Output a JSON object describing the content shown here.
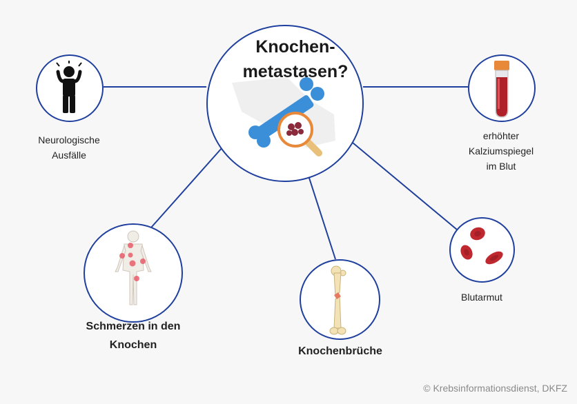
{
  "diagram": {
    "title_line1": "Knochen-",
    "title_line2": "metastasen?",
    "nodes": [
      {
        "id": "neurological",
        "lines": [
          "Neurologische",
          "Ausfälle"
        ]
      },
      {
        "id": "calcium",
        "lines": [
          "erhöhter",
          "Kalziumspiegel",
          "im Blut"
        ]
      },
      {
        "id": "pain",
        "lines": [
          "Schmerzen in den",
          "Knochen"
        ]
      },
      {
        "id": "fractures",
        "lines": [
          "Knochenbrüche"
        ]
      },
      {
        "id": "anemia",
        "lines": [
          "Blutarmut"
        ]
      }
    ],
    "credit": "© Krebsinformationsdienst, DKFZ"
  },
  "colors": {
    "circle_border": "#1f3f9e",
    "connector": "#1f3f9e",
    "bone_blue": "#3b8fd9",
    "magnifier_orange": "#e8893a",
    "pain_spot": "#e94a5a",
    "blood_red": "#c0282f"
  }
}
